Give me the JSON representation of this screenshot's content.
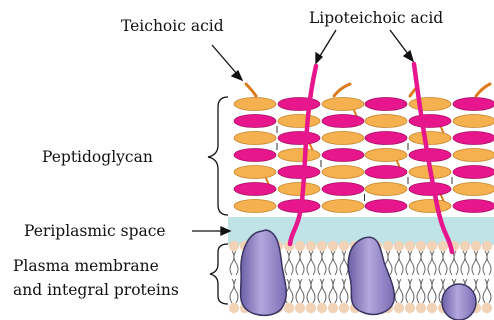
{
  "labels": {
    "teichoic_acid": "Teichoic acid",
    "lipoteichoic_acid": "Lipoteichoic acid",
    "peptidoglycan": "Peptidoglycan",
    "periplasmic_space": "Periplasmic space",
    "plasma_membrane_line1": "Plasma membrane",
    "plasma_membrane_line2": "and integral proteins"
  },
  "colors": {
    "glycan_orange": "#f5b050",
    "glycan_magenta": "#e8168c",
    "teichoic_orange": "#dd7a1a",
    "periplasm": "#bfe3e6",
    "lipid_head": "#f2d3b8",
    "protein": "#9c8ec8",
    "protein_edge": "#3a3560"
  }
}
